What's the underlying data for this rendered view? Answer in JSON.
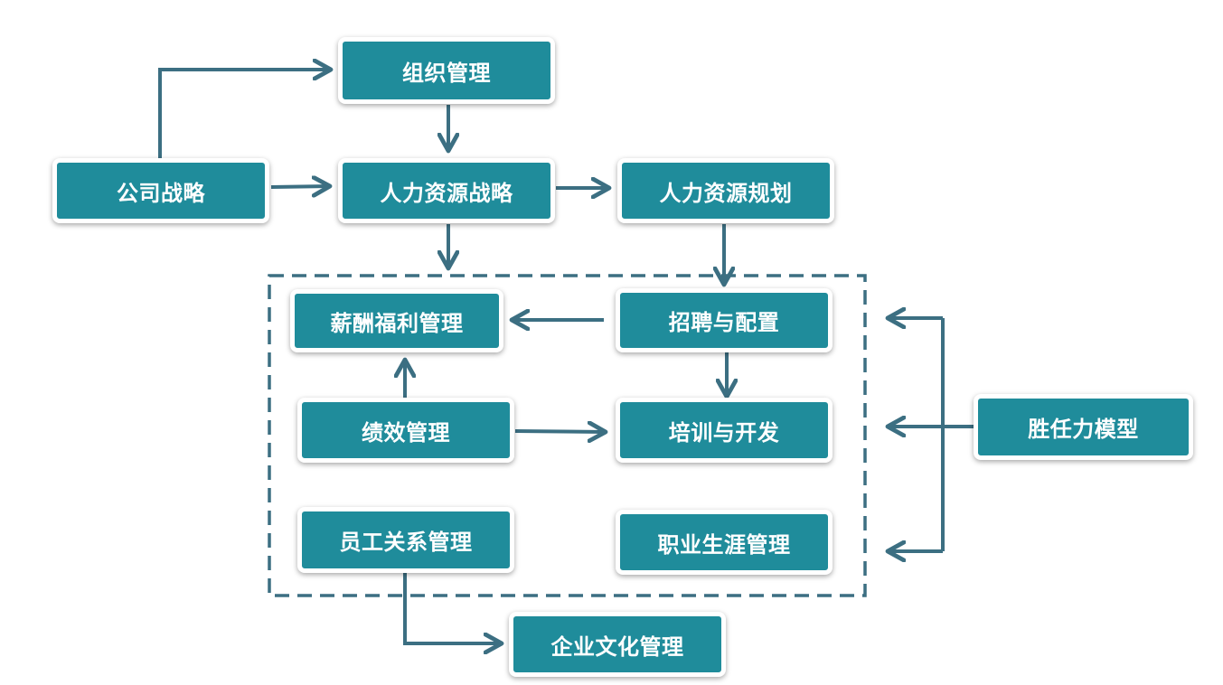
{
  "nodes": {
    "org_management": "组织管理",
    "corporate_strategy": "公司战略",
    "hr_strategy": "人力资源战略",
    "hr_planning": "人力资源规划",
    "compensation_benefits": "薪酬福利管理",
    "recruitment_allocation": "招聘与配置",
    "performance_management": "绩效管理",
    "training_development": "培训与开发",
    "employee_relations": "员工关系管理",
    "career_management": "职业生涯管理",
    "competency_model": "胜任力模型",
    "corporate_culture": "企业文化管理"
  },
  "edges": [
    {
      "from": "corporate_strategy",
      "to": "org_management"
    },
    {
      "from": "org_management",
      "to": "hr_strategy"
    },
    {
      "from": "corporate_strategy",
      "to": "hr_strategy"
    },
    {
      "from": "hr_strategy",
      "to": "hr_planning"
    },
    {
      "from": "hr_strategy",
      "to": "hr_functions_group"
    },
    {
      "from": "hr_planning",
      "to": "recruitment_allocation"
    },
    {
      "from": "recruitment_allocation",
      "to": "compensation_benefits"
    },
    {
      "from": "recruitment_allocation",
      "to": "training_development"
    },
    {
      "from": "performance_management",
      "to": "compensation_benefits"
    },
    {
      "from": "performance_management",
      "to": "training_development"
    },
    {
      "from": "competency_model",
      "to": "hr_functions_group"
    },
    {
      "from": "employee_relations",
      "to": "corporate_culture"
    }
  ],
  "colors": {
    "node_fill": "#1f8c9b",
    "node_text": "#ffffff",
    "connector": "#3c6f82"
  }
}
